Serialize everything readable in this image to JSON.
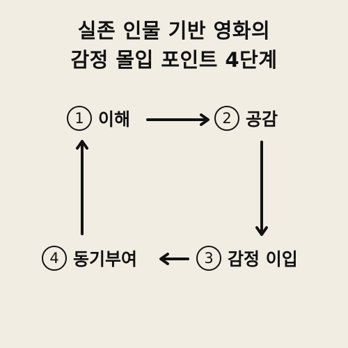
{
  "title": {
    "line1": "실존 인물 기반 영화의",
    "line2": "감정 몰입 포인트 4단계"
  },
  "steps": [
    {
      "num": "1",
      "label": "이해"
    },
    {
      "num": "2",
      "label": "공감"
    },
    {
      "num": "3",
      "label": "감정 이입"
    },
    {
      "num": "4",
      "label": "동기부여"
    }
  ],
  "colors": {
    "background": "#f1ede3",
    "ink": "#111111"
  }
}
